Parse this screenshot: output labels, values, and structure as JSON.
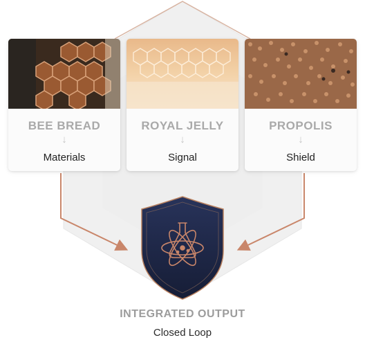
{
  "cards": [
    {
      "title": "BEE BREAD",
      "arrow": "↓",
      "subtitle": "Materials",
      "image": "honeycomb-cells-photo"
    },
    {
      "title": "ROYAL JELLY",
      "arrow": "↓",
      "subtitle": "Signal",
      "image": "royal-jelly-comb-photo"
    },
    {
      "title": "PROPOLIS",
      "arrow": "↓",
      "subtitle": "Shield",
      "image": "propolis-granules-photo"
    }
  ],
  "output": {
    "title": "INTEGRATED OUTPUT",
    "subtitle": "Closed Loop",
    "icon": "flask-atom-shield-icon"
  },
  "colors": {
    "accent": "#c9866a",
    "shield": "#1f2847",
    "shield_border": "#b8805f",
    "title_gray": "#a9a9a9",
    "bg_hex": "#efefef"
  }
}
